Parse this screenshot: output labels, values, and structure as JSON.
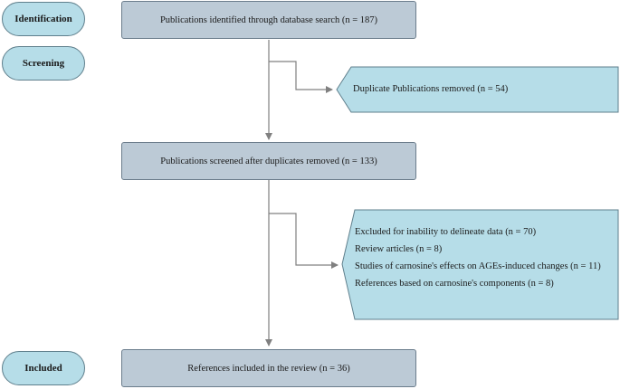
{
  "stages": {
    "identification": "Identification",
    "screening": "Screening",
    "included": "Included"
  },
  "boxes": {
    "identified": "Publications identified through database search (n = 187)",
    "screened": "Publications screened after duplicates removed (n = 133)",
    "included": "References included in the review (n = 36)"
  },
  "exclusions": {
    "duplicates": "Duplicate Publications removed (n = 54)",
    "screening_reasons": [
      "Excluded for inability to delineate data (n = 70)",
      "Review articles (n = 8)",
      "Studies of carnosine's effects on AGEs-induced changes (n = 11)",
      "References based on carnosine's components (n = 8)"
    ]
  },
  "colors": {
    "stage_fill": "#b6dde8",
    "box_fill": "#bccad6",
    "exclusion_fill": "#b6dde8",
    "line": "#808080"
  }
}
